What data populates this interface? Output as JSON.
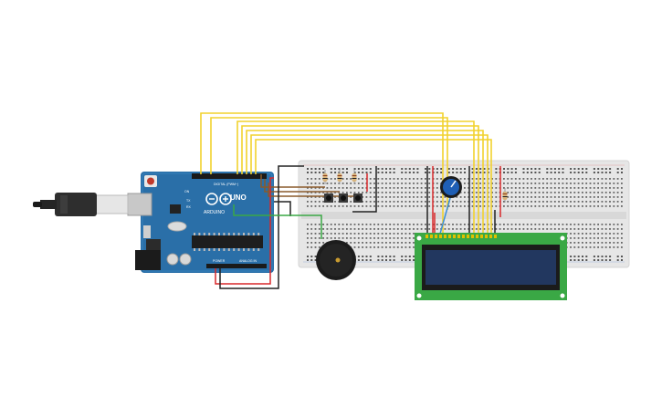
{
  "arduino": {
    "brand": "ARDUINO",
    "model": "UNO",
    "label_digital": "DIGITAL (PWM~)",
    "label_power": "POWER",
    "label_analog": "ANALOG IN",
    "label_tx": "TX",
    "label_rx": "RX",
    "label_on": "ON"
  },
  "colors": {
    "board": "#2a6fa8",
    "breadboard": "#e6e6e6",
    "lcd_pcb": "#3aa845",
    "lcd_screen": "#22375f",
    "wire_yellow": "#f2d22e",
    "wire_red": "#d9292b",
    "wire_black": "#222222",
    "wire_green": "#3aa845",
    "wire_brown": "#8a5a2b",
    "wire_blue": "#3a8ed8"
  },
  "icons": [
    "usb-cable-icon",
    "potentiometer-icon",
    "buzzer-icon",
    "pushbutton-icon",
    "resistor-icon"
  ]
}
